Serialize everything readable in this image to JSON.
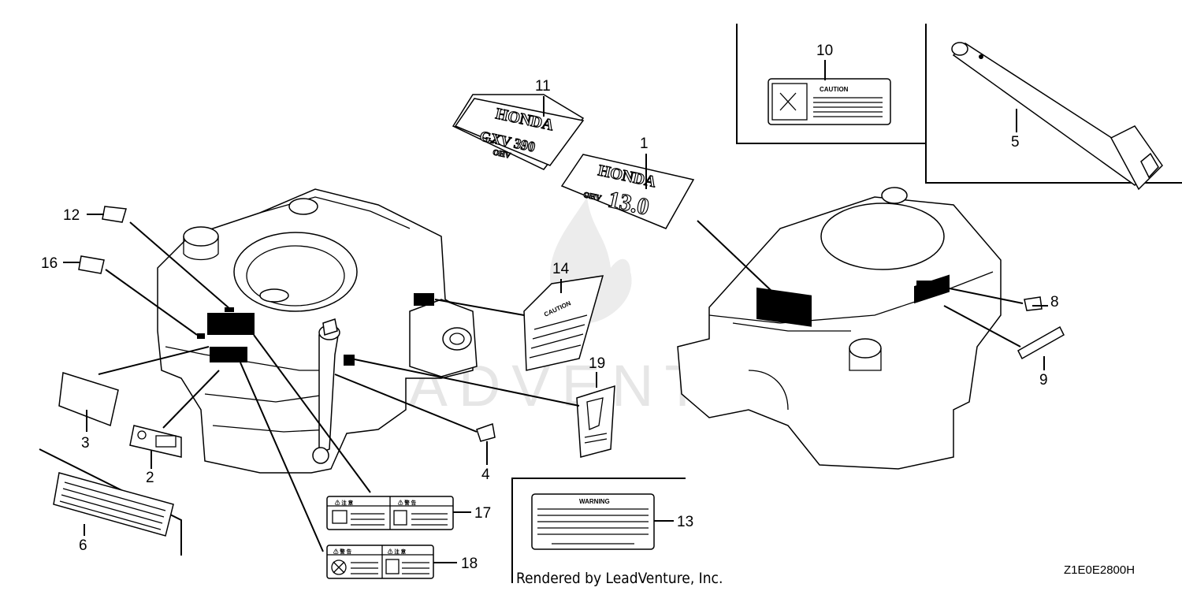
{
  "callouts": [
    "1",
    "2",
    "3",
    "4",
    "5",
    "6",
    "8",
    "9",
    "10",
    "11",
    "12",
    "13",
    "14",
    "16",
    "17",
    "18",
    "19"
  ],
  "labels": {
    "caution": "CAUTION",
    "warning": "WARNING",
    "honda": "HONDA",
    "model_11": "GXV 390",
    "model_11_sub": "OHV",
    "model_1": "13.0",
    "model_1_sub": "OHV",
    "kanji_caution": "⚠ 注 意",
    "kanji_warning": "⚠ 警 告"
  },
  "watermark": "LEADVENTURE",
  "footer": {
    "rendered_by": "Rendered by LeadVenture, Inc.",
    "diagram_code": "Z1E0E2800H"
  },
  "colors": {
    "ink": "#000000",
    "paper": "#ffffff",
    "watermark": "#e6e6e6"
  }
}
